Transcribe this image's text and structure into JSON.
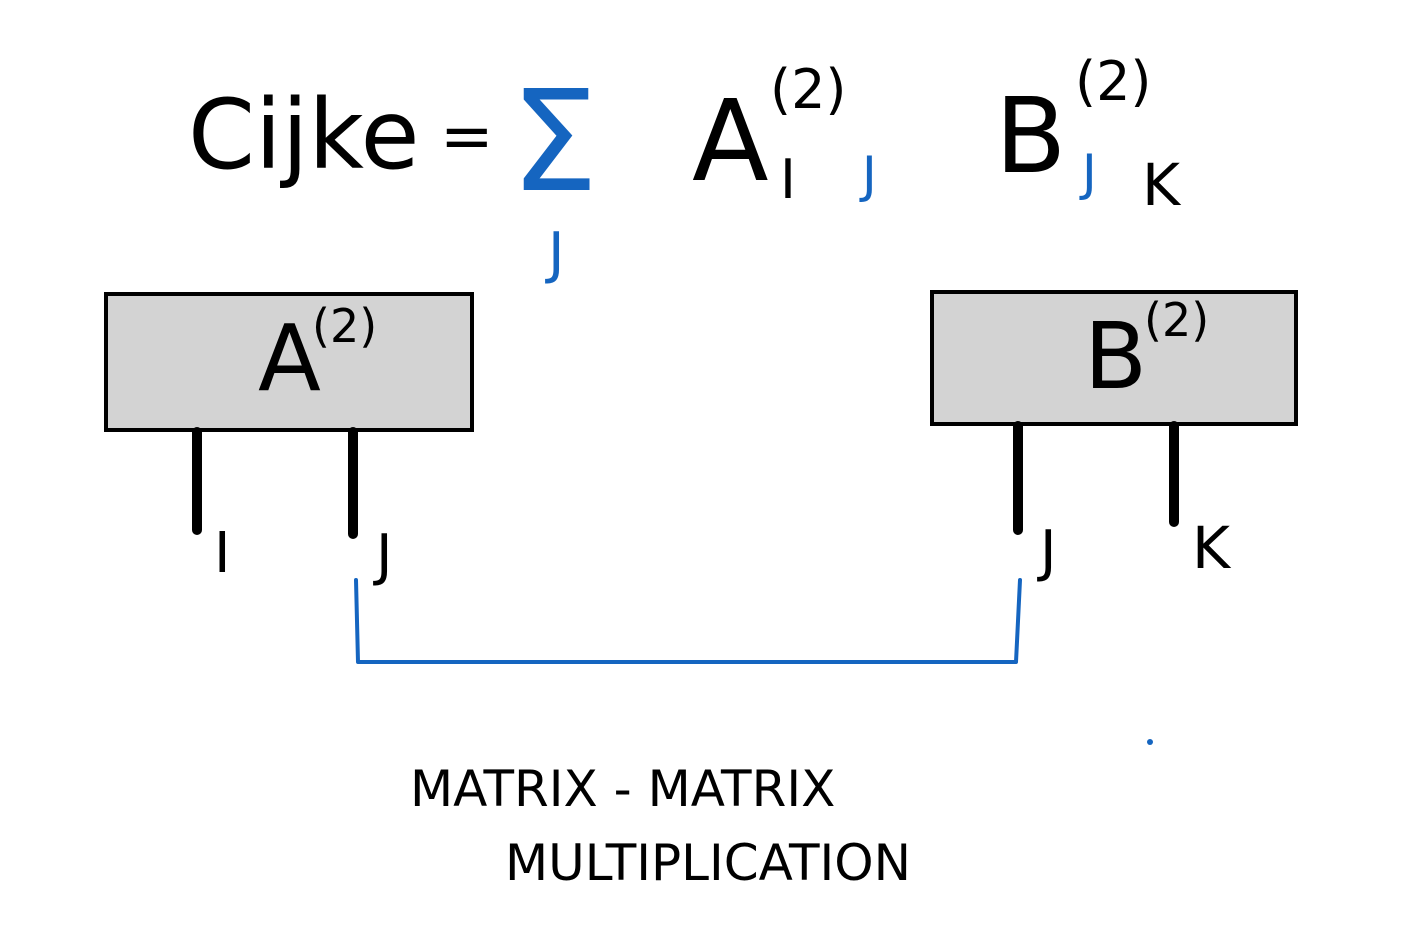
{
  "equation": {
    "lhs": "Cijke",
    "equals": "=",
    "sum_symbol": "Σ",
    "sum_index": "J",
    "factor_a": {
      "symbol": "A",
      "superscript": "(2)",
      "index_1": "I",
      "index_2": "J"
    },
    "factor_b": {
      "symbol": "B",
      "superscript": "(2)",
      "index_1": "J",
      "index_2": "K"
    }
  },
  "tensor_a": {
    "symbol": "A",
    "superscript": "(2)",
    "legs": [
      "I",
      "J"
    ]
  },
  "tensor_b": {
    "symbol": "B",
    "superscript": "(2)",
    "legs": [
      "J",
      "K"
    ]
  },
  "caption": {
    "line_1": "MATRIX - MATRIX",
    "line_2": "MULTIPLICATION"
  },
  "colors": {
    "ink": "#000000",
    "contraction": "#1565c0",
    "node_fill": "#d3d3d3"
  }
}
